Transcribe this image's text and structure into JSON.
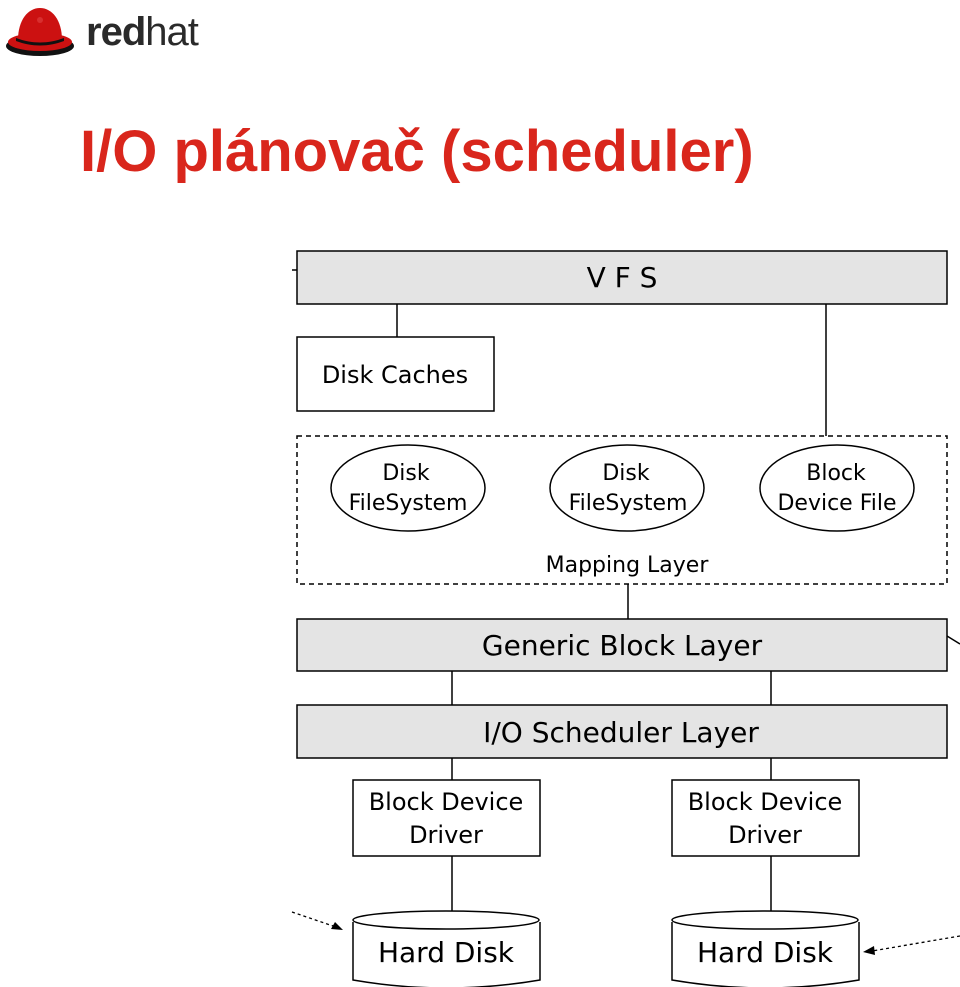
{
  "logo": {
    "word_red": "red",
    "word_hat": "hat"
  },
  "title": "I/O plánovač (scheduler)",
  "diagram": {
    "vfs": "V F S",
    "disk_caches": "Disk Caches",
    "fs1": [
      "Disk",
      "FileSystem"
    ],
    "fs2": [
      "Disk",
      "FileSystem"
    ],
    "bdf": [
      "Block",
      "Device File"
    ],
    "mapping_layer": "Mapping Layer",
    "generic_block": "Generic Block Layer",
    "io_scheduler": "I/O Scheduler Layer",
    "driver1": [
      "Block Device",
      "Driver"
    ],
    "driver2": [
      "Block Device",
      "Driver"
    ],
    "hard_disk1": "Hard Disk",
    "hard_disk2": "Hard Disk"
  },
  "colors": {
    "accent": "#d9261c",
    "box_fill": "#e4e4e4"
  }
}
